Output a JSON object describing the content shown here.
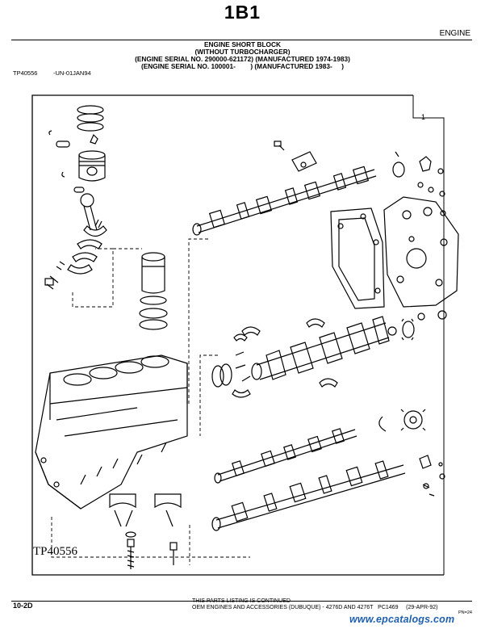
{
  "header": {
    "page_title": "1B1",
    "section": "ENGINE",
    "lines": [
      "ENGINE SHORT BLOCK",
      "(WITHOUT TURBOCHARGER)",
      "(ENGINE SERIAL NO. 290000-621172) (MANUFACTURED 1974-1983)",
      "(ENGINE SERIAL NO. 100001-        ) (MANUFACTURED 1983-     )"
    ],
    "reference_number": "TP40556",
    "reference_date": "-UN-01JAN94"
  },
  "figure": {
    "label": "TP40556",
    "callout": "1"
  },
  "footer": {
    "page_number": "10-2D",
    "continued": "THIS PARTS LISTING IS CONTINUED",
    "info": "OEM ENGINES AND ACCESSORIES (DUBUQUE) - 4276D AND 4276T   PC1469     (29-APR-92)",
    "code": "PN=24",
    "watermark": "www.epcatalogs.com"
  }
}
